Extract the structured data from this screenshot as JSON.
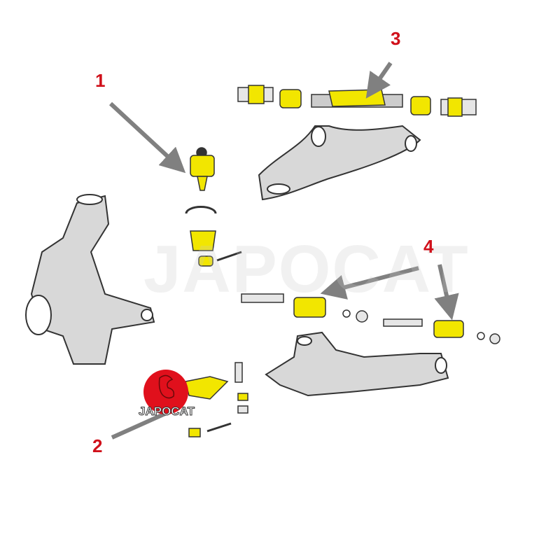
{
  "callouts": [
    {
      "label": "1"
    },
    {
      "label": "2"
    },
    {
      "label": "3"
    },
    {
      "label": "4"
    }
  ],
  "watermark": "JAPOCAT",
  "logo": {
    "text": "JAPOCAT"
  },
  "colors": {
    "callout": "#d0101a",
    "highlight": "#f2e600",
    "part_fill": "#d8d8d8",
    "outline": "#333333",
    "arrow": "#808080"
  }
}
